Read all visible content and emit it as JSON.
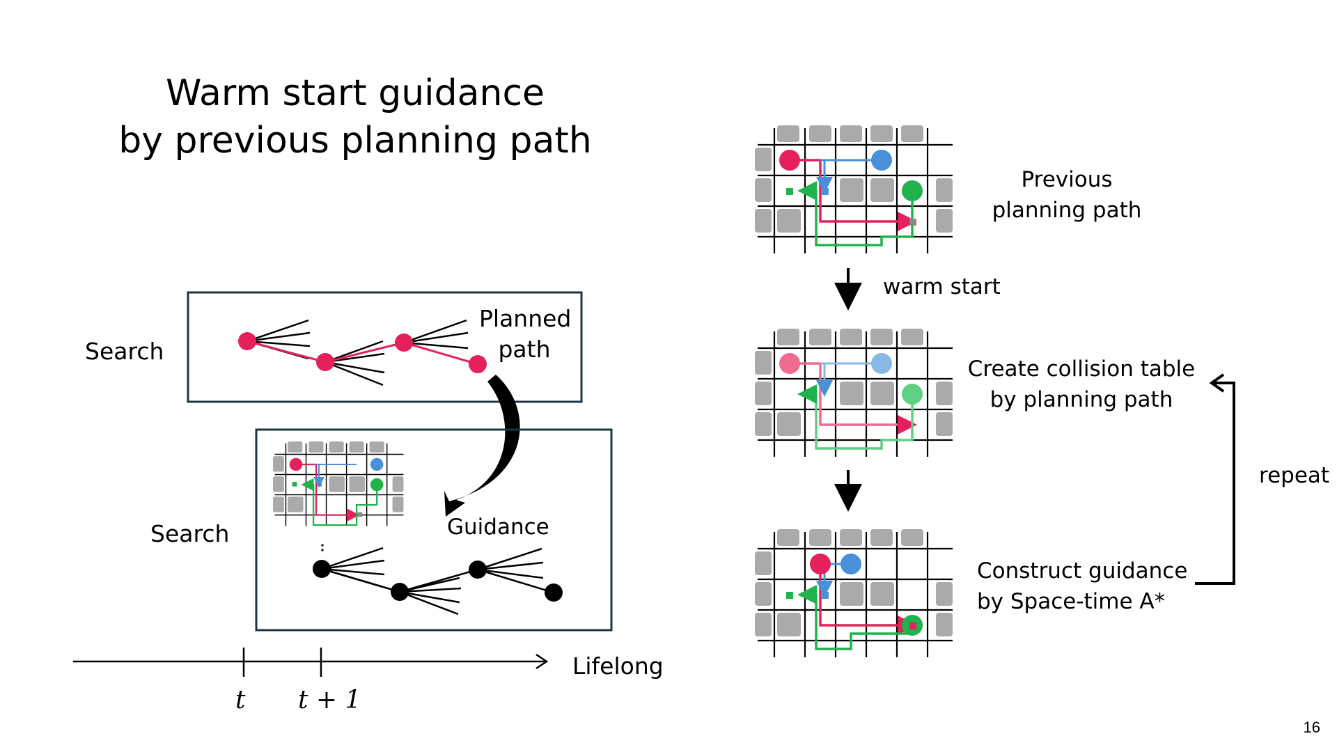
{
  "title": {
    "line1": "Warm start guidance",
    "line2": "by previous planning path"
  },
  "left": {
    "search_label_top": "Search",
    "planned_path_line1": "Planned",
    "planned_path_line2": "path",
    "search_label_bottom": "Search",
    "guidance_label": "Guidance",
    "timeline_label": "Lifelong",
    "tick_t": "t",
    "tick_t1": "t + 1"
  },
  "right": {
    "step1_line1": "Previous",
    "step1_line2": "planning path",
    "warm_start_label": "warm start",
    "step2_line1": "Create collision table",
    "step2_line2": "by planning path",
    "step3_line1": "Construct guidance",
    "step3_line2": "by Space-time A*",
    "repeat_label": "repeat"
  },
  "colors": {
    "agent_red": "#e4215b",
    "agent_blue": "#4a90d9",
    "agent_green": "#20b24b",
    "obstacle_gray": "#aaaaaa",
    "box_border": "#1c3442"
  },
  "page_number": "16"
}
